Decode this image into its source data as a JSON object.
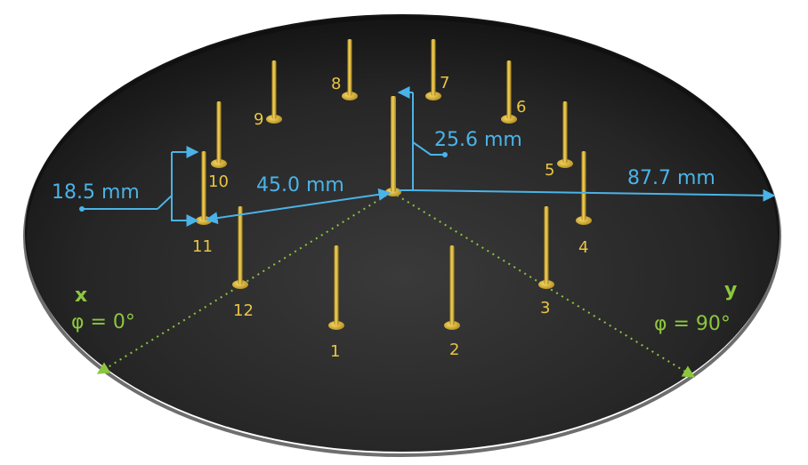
{
  "pins": [
    {
      "label": "1"
    },
    {
      "label": "2"
    },
    {
      "label": "3"
    },
    {
      "label": "4"
    },
    {
      "label": "5"
    },
    {
      "label": "6"
    },
    {
      "label": "7"
    },
    {
      "label": "8"
    },
    {
      "label": "9"
    },
    {
      "label": "10"
    },
    {
      "label": "11"
    },
    {
      "label": "12"
    }
  ],
  "dimensions": {
    "pin_spacing": "18.5 mm",
    "circle_radius": "45.0 mm",
    "center_pin_height": "25.6 mm",
    "plate_radius": "87.7 mm"
  },
  "axes": {
    "x_label": "x",
    "x_angle": "φ = 0°",
    "y_label": "y",
    "y_angle": "φ = 90°"
  },
  "colors": {
    "plate": "#2b2b2b",
    "pin": "#e0b93a",
    "dimension": "#4ab3e8",
    "axis": "#8cc63f"
  }
}
